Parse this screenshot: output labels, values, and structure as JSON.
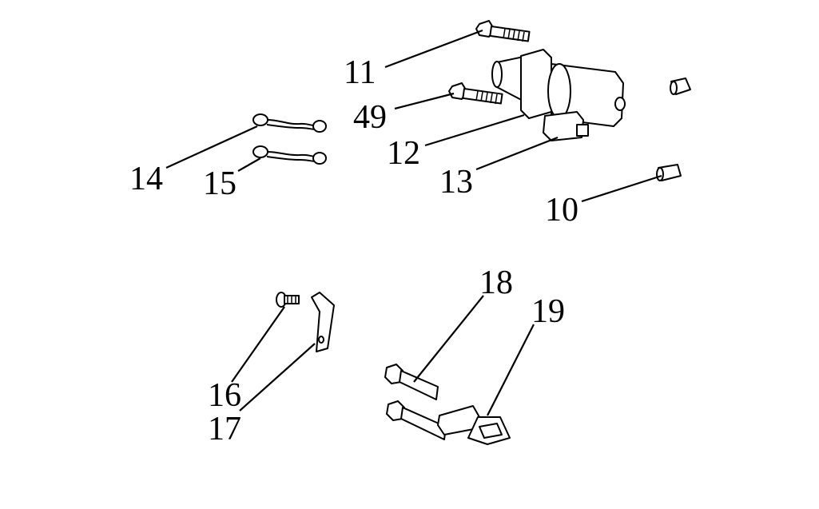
{
  "diagram": {
    "type": "exploded-parts",
    "callouts": [
      {
        "id": "11",
        "label": "11"
      },
      {
        "id": "49",
        "label": "49"
      },
      {
        "id": "12",
        "label": "12"
      },
      {
        "id": "13",
        "label": "13"
      },
      {
        "id": "10",
        "label": "10"
      },
      {
        "id": "14",
        "label": "14"
      },
      {
        "id": "15",
        "label": "15"
      },
      {
        "id": "16",
        "label": "16"
      },
      {
        "id": "17",
        "label": "17"
      },
      {
        "id": "18",
        "label": "18"
      },
      {
        "id": "19",
        "label": "19"
      }
    ]
  }
}
